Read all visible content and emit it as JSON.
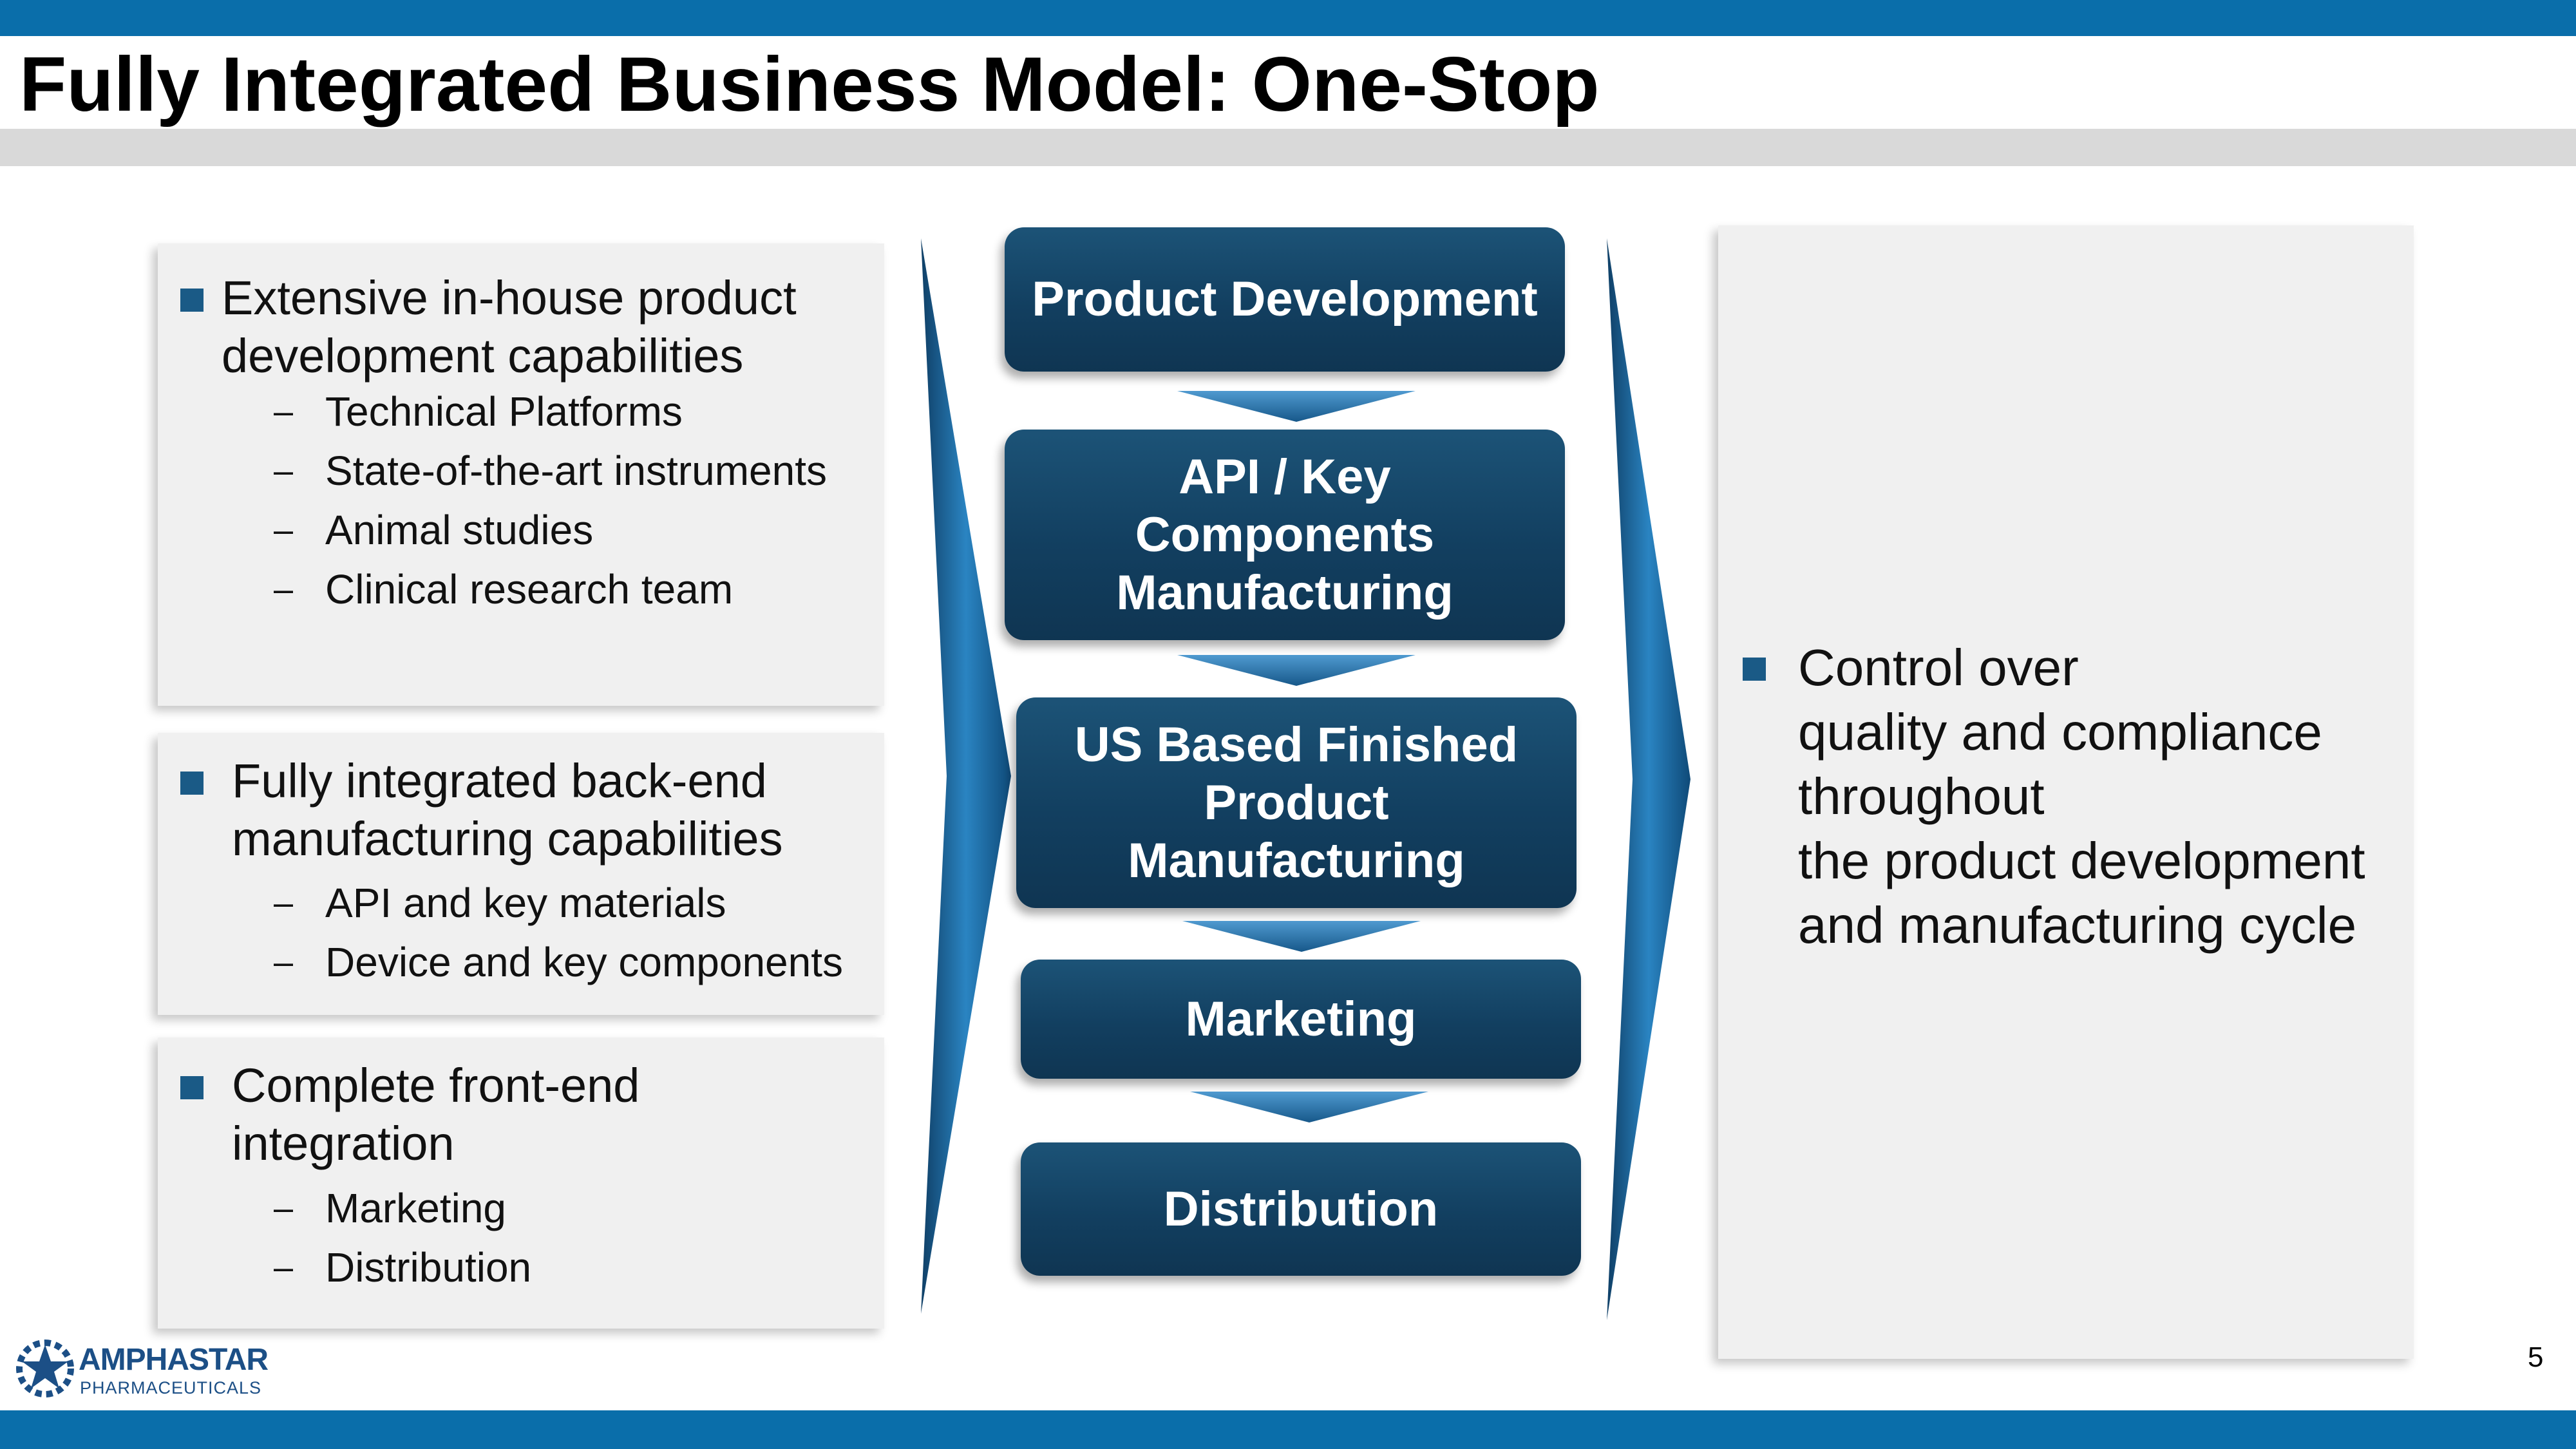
{
  "slide": {
    "title": "Fully Integrated Business Model: One-Stop",
    "page_number": "5"
  },
  "left_panels": [
    {
      "bullet_lines": [
        "Extensive in-house product",
        "development capabilities"
      ],
      "subitems": [
        "Technical Platforms",
        "State-of-the-art instruments",
        "Animal studies",
        "Clinical research team"
      ]
    },
    {
      "bullet_lines": [
        "Fully integrated back-end",
        "manufacturing capabilities"
      ],
      "subitems": [
        "API and key materials",
        "Device and key components"
      ]
    },
    {
      "bullet_lines": [
        "Complete front-end",
        "integration"
      ],
      "subitems": [
        "Marketing",
        "Distribution"
      ]
    }
  ],
  "process_steps": [
    {
      "lines": [
        "Product Development"
      ]
    },
    {
      "lines": [
        "API / Key",
        "Components",
        "Manufacturing"
      ]
    },
    {
      "lines": [
        "US Based Finished",
        "Product",
        "Manufacturing"
      ]
    },
    {
      "lines": [
        "Marketing"
      ]
    },
    {
      "lines": [
        "Distribution"
      ]
    }
  ],
  "right_panel": {
    "lines": [
      "Control over",
      "quality and compliance",
      "throughout",
      "the product development",
      "and manufacturing cycle"
    ]
  },
  "logo": {
    "name": "AMPHASTAR",
    "subtitle": "PHARMACEUTICALS"
  },
  "colors": {
    "header_bar": "#0a6eaa",
    "title_band": "#d9d9d9",
    "panel_bg": "#f0f0f0",
    "process_box": "#123f60",
    "bullet_square": "#1a5a86",
    "arrow_blue": "#1e6fa8"
  },
  "icons": {
    "bullet": "square-bullet-icon",
    "dash": "dash-icon",
    "flow_arrow": "chevron-down-icon",
    "side_arrow": "chevron-right-icon",
    "logo": "amphastar-star-logo"
  }
}
